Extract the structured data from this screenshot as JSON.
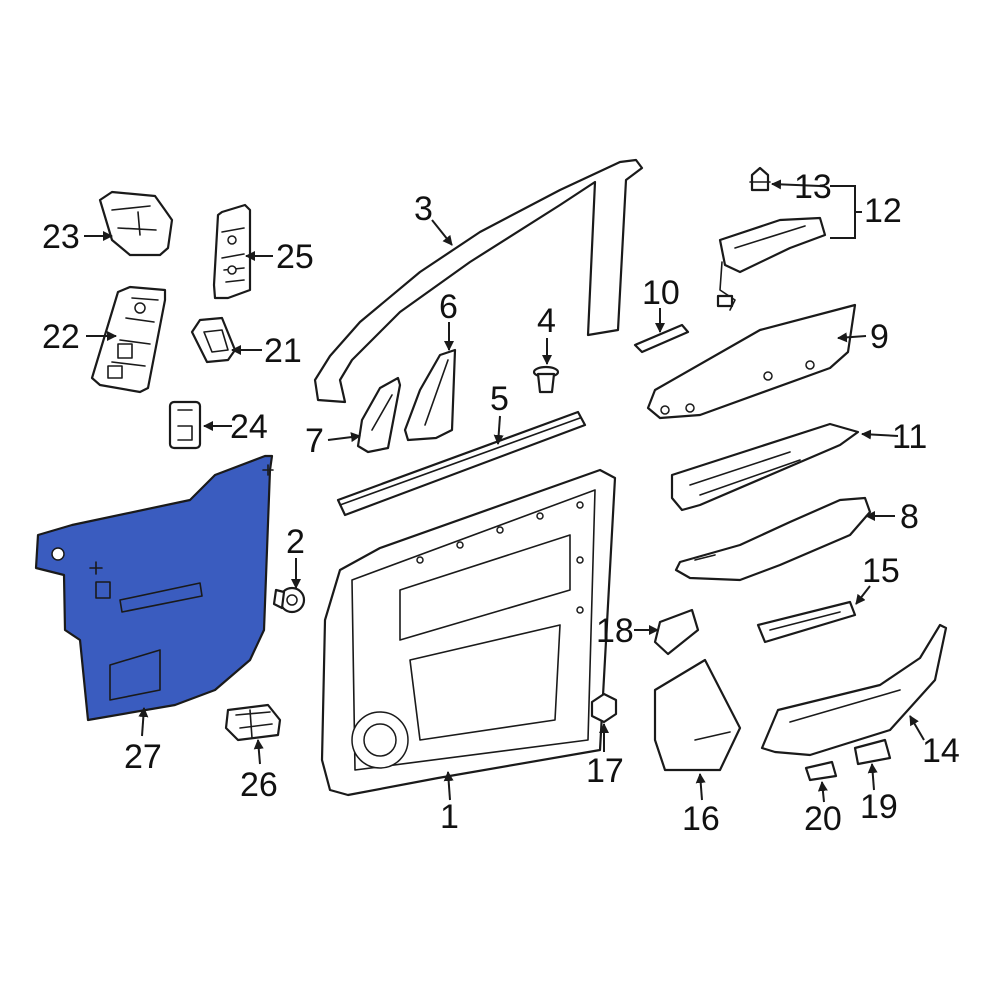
{
  "colors": {
    "highlight_fill": "#3a5cbf",
    "line": "#1a1a1a",
    "background": "#ffffff"
  },
  "callouts": {
    "c1": "1",
    "c2": "2",
    "c3": "3",
    "c4": "4",
    "c5": "5",
    "c6": "6",
    "c7": "7",
    "c8": "8",
    "c9": "9",
    "c10": "10",
    "c11": "11",
    "c12": "12",
    "c13": "13",
    "c14": "14",
    "c15": "15",
    "c16": "16",
    "c17": "17",
    "c18": "18",
    "c19": "19",
    "c20": "20",
    "c21": "21",
    "c22": "22",
    "c23": "23",
    "c24": "24",
    "c25": "25",
    "c26": "26",
    "c27": "27"
  },
  "highlighted_part": "27"
}
